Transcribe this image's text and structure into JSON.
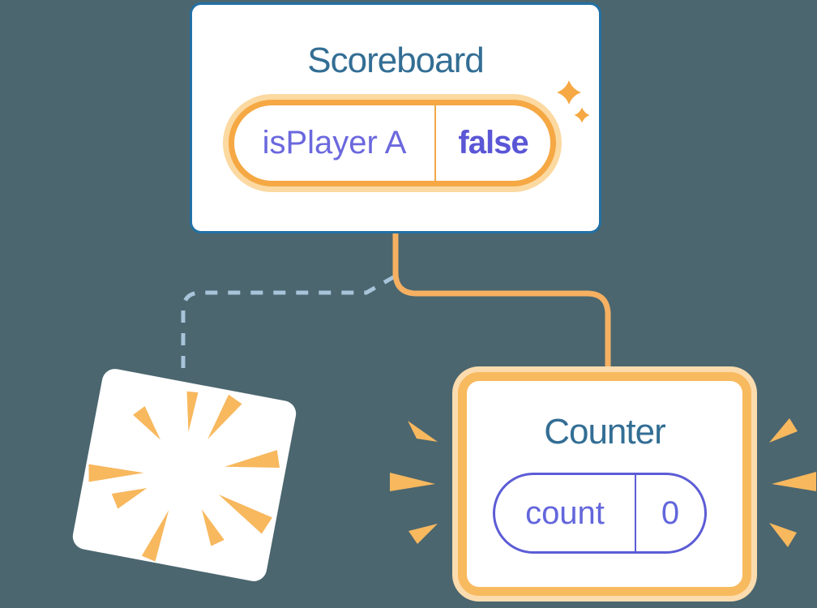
{
  "scoreboard": {
    "title": "Scoreboard",
    "state": {
      "key": "isPlayer A",
      "value": "false"
    }
  },
  "counter": {
    "title": "Counter",
    "state": {
      "key": "count",
      "value": "0"
    }
  },
  "icons": {
    "sparkles": "sparkles-icon",
    "poof_burst": "poof-burst-icon",
    "emphasis_rays": "emphasis-rays-icon"
  },
  "colors": {
    "background": "#4b666f",
    "card_background": "#ffffff",
    "card_border_blue": "#2270a4",
    "heading_teal": "#336e94",
    "state_key_purple": "#6b68de",
    "state_value_purple_bold": "#5a56d6",
    "counter_state_purple": "#6366dc",
    "pill_border_orange": "#f5a843",
    "pill_glow_orange": "#fbd9a1",
    "counter_border_orange": "#f8ba5f",
    "counter_glow_orange": "#fcdcae",
    "connector_solid_orange": "#f6b062",
    "connector_dashed_blue": "#a7c4da",
    "burst_orange": "#f8b85e"
  }
}
